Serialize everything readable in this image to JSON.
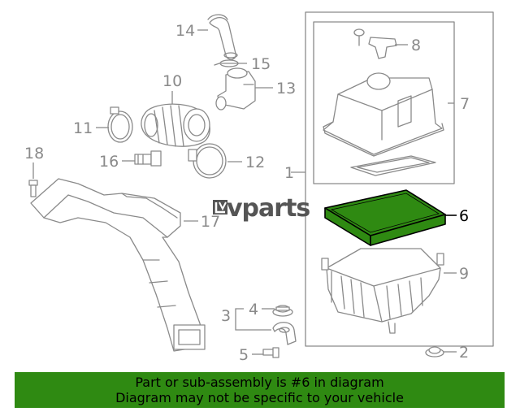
{
  "callouts": {
    "c1": "1",
    "c2": "2",
    "c3": "3",
    "c4": "4",
    "c5": "5",
    "c6": "6",
    "c7": "7",
    "c8": "8",
    "c9": "9",
    "c10": "10",
    "c11": "11",
    "c12": "12",
    "c13": "13",
    "c14": "14",
    "c15": "15",
    "c16": "16",
    "c17": "17",
    "c18": "18"
  },
  "highlighted_part": "6",
  "colors": {
    "highlight_fill": "#2f8a12",
    "line_gray": "#8a8a8a",
    "banner_bg": "#2f8a12"
  },
  "watermark": {
    "text": "vparts",
    "icon": "lv-logo-icon"
  },
  "banner": {
    "line1": "Part or sub-assembly is #6 in diagram",
    "line2": "Diagram may not be specific to your vehicle"
  }
}
